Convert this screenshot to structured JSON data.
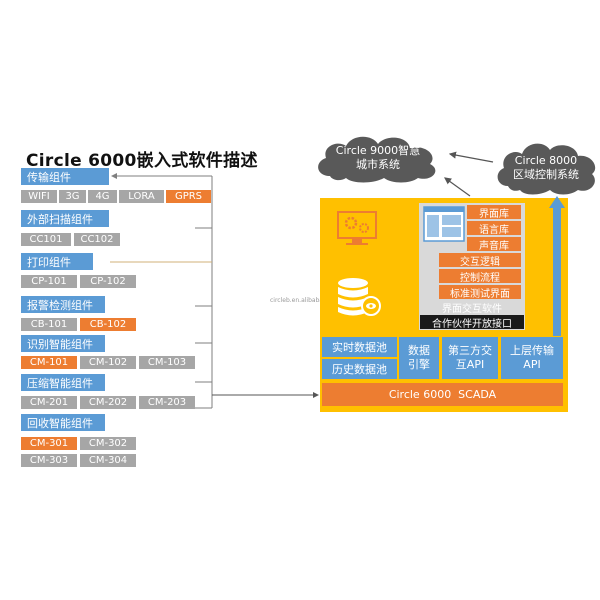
{
  "title": "Circle 6000嵌入式软件描述",
  "watermark": "circleb.en.alibaba.com",
  "components": [
    {
      "header": "传输组件",
      "tags": [
        {
          "label": "WIFI",
          "color": "gray"
        },
        {
          "label": "3G",
          "color": "gray"
        },
        {
          "label": "4G",
          "color": "gray"
        },
        {
          "label": "LORA",
          "color": "gray"
        },
        {
          "label": "GPRS",
          "color": "orange"
        }
      ]
    },
    {
      "header": "外部扫描组件",
      "tags": [
        {
          "label": "CC101",
          "color": "gray"
        },
        {
          "label": "CC102",
          "color": "gray"
        }
      ]
    },
    {
      "header": "打印组件",
      "tags": [
        {
          "label": "CP-101",
          "color": "gray"
        },
        {
          "label": "CP-102",
          "color": "gray"
        }
      ]
    },
    {
      "header": "报警检测组件",
      "tags": [
        {
          "label": "CB-101",
          "color": "gray"
        },
        {
          "label": "CB-102",
          "color": "orange"
        }
      ]
    },
    {
      "header": "识别智能组件",
      "tags": [
        {
          "label": "CM-101",
          "color": "orange"
        },
        {
          "label": "CM-102",
          "color": "gray"
        },
        {
          "label": "CM-103",
          "color": "gray"
        }
      ]
    },
    {
      "header": "压缩智能组件",
      "tags": [
        {
          "label": "CM-201",
          "color": "gray"
        },
        {
          "label": "CM-202",
          "color": "gray"
        },
        {
          "label": "CM-203",
          "color": "gray"
        }
      ]
    },
    {
      "header": "回收智能组件",
      "tags": [
        {
          "label": "CM-301",
          "color": "orange"
        },
        {
          "label": "CM-302",
          "color": "gray"
        },
        {
          "label": "CM-303",
          "color": "gray"
        },
        {
          "label": "CM-304",
          "color": "gray"
        }
      ]
    }
  ],
  "clouds": {
    "circle9000": "Circle 9000智慧城市系统",
    "circle8000": "Circle 8000区域控制系统"
  },
  "panel": {
    "ui_items": [
      "界面库",
      "语言库",
      "声音库"
    ],
    "logic_items": [
      "交互逻辑",
      "控制流程",
      "标准测试界面"
    ],
    "ui_software": "界面交互软件",
    "partner_api": "合作伙伴开放接口",
    "realtime_pool": "实时数据池",
    "history_pool": "历史数据池",
    "data_engine": "数据引擎",
    "third_party_api": "第三方交互API",
    "upper_api": "上层传输API",
    "scada": "Circle 6000  SCADA"
  },
  "colors": {
    "blue": "#5b9bd5",
    "orange": "#ed7d31",
    "gray": "#a6a6a6",
    "yellow": "#ffc000",
    "cloud": "#595959"
  }
}
